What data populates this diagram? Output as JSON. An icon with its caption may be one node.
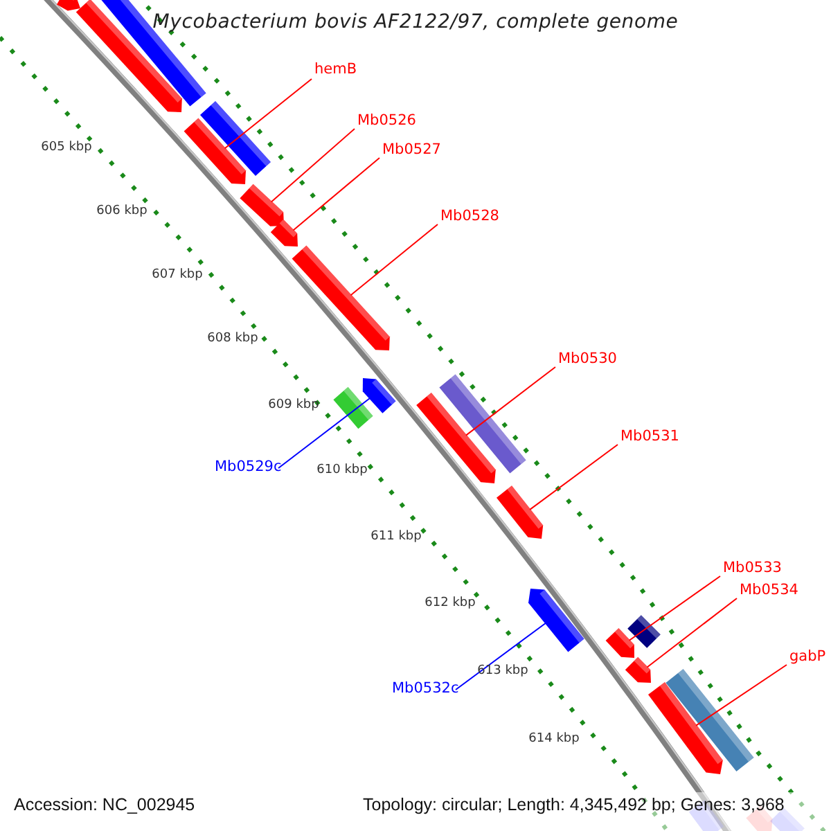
{
  "diagram": {
    "title": "Mycobacterium bovis AF2122/97, complete genome",
    "nodes": [
      {
        "text": [
          "hemB"
        ]
      },
      {
        "text": [
          "Mb0526"
        ]
      },
      {
        "text": [
          "Mb0527"
        ]
      },
      {
        "text": [
          "Mb0528"
        ]
      },
      {
        "text": [
          "Mb0530"
        ]
      },
      {
        "text": [
          "Mb0531"
        ]
      },
      {
        "text": [
          "Mb0529c"
        ]
      },
      {
        "text": [
          "Mb0533"
        ]
      },
      {
        "text": [
          "Mb0534"
        ]
      },
      {
        "text": [
          "Mb0532c"
        ]
      },
      {
        "text": [
          "gabP"
        ]
      },
      {
        "text": [],
        "shape": "bar"
      },
      {
        "text": [],
        "shape": "bar"
      },
      {
        "text": [],
        "shape": "bar"
      },
      {
        "text": [],
        "shape": "bar"
      },
      {
        "text": [],
        "shape": "bar"
      },
      {
        "text": [],
        "shape": "bar"
      },
      {
        "text": [],
        "shape": "bar"
      },
      {
        "text": [],
        "shape": "bar"
      },
      {
        "text": [],
        "shape": "bar"
      },
      {
        "text": [],
        "shape": "bar"
      },
      {
        "text": [],
        "shape": "bar"
      },
      {
        "text": [],
        "shape": "bar"
      },
      {
        "text": [],
        "shape": "bar"
      },
      {
        "text": [],
        "shape": "bar"
      },
      {
        "text": [],
        "shape": "bar"
      },
      {
        "text": [],
        "shape": "bar"
      },
      {
        "text": [],
        "shape": "bar"
      },
      {
        "text": [],
        "shape": "bar"
      },
      {
        "text": [],
        "shape": "bar"
      },
      {
        "text": [],
        "shape": "bar"
      },
      {
        "text": [],
        "shape": "bar"
      },
      {
        "text": [],
        "shape": "bar"
      }
    ],
    "edges": [
      {
        "from": 0,
        "to": 15,
        "arrow": "none"
      },
      {
        "from": 1,
        "to": 16,
        "arrow": "none"
      },
      {
        "from": 2,
        "to": 17,
        "arrow": "none"
      },
      {
        "from": 3,
        "to": 18,
        "arrow": "none"
      },
      {
        "from": 4,
        "to": 22,
        "arrow": "none"
      },
      {
        "from": 5,
        "to": 23,
        "arrow": "none"
      },
      {
        "from": 6,
        "to": 19,
        "arrow": "none",
        "color": "#0000ff"
      },
      {
        "from": 7,
        "to": 26,
        "arrow": "none"
      },
      {
        "from": 8,
        "to": 27,
        "arrow": "none"
      },
      {
        "from": 9,
        "to": 24,
        "arrow": "none",
        "color": "#0000ff"
      },
      {
        "from": 10,
        "to": 29,
        "arrow": "none"
      }
    ],
    "labels": [
      "605 kbp",
      "606 kbp",
      "607 kbp",
      "608 kbp",
      "609 kbp",
      "610 kbp",
      "611 kbp",
      "612 kbp",
      "613 kbp",
      "614 kbp",
      "Accession: NC_002945",
      "Topology: circular; Length: 4,345,492 bp; Genes: 3,968"
    ]
  }
}
